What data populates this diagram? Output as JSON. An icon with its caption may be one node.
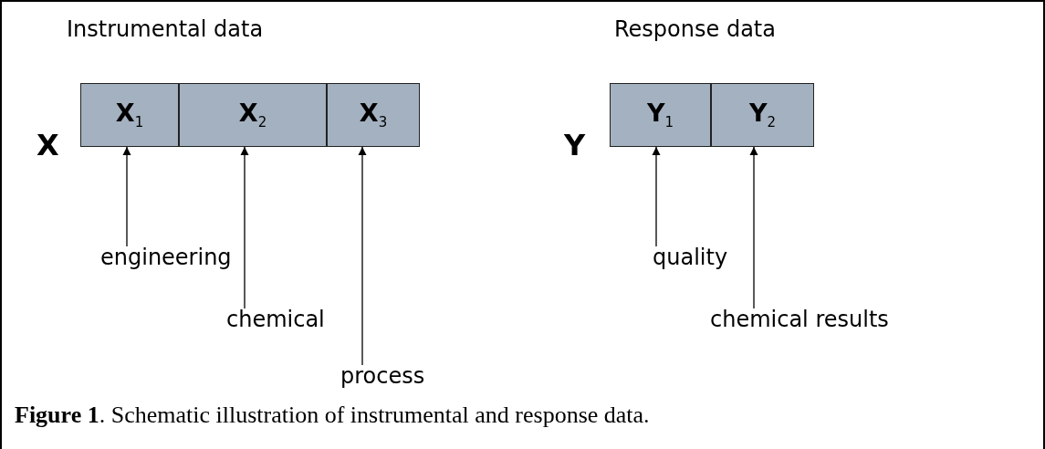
{
  "diagram": {
    "caption": "**Figure 1**. Schematic illustration of instrumental and response data.",
    "nodes": [
      {
        "text": [
          "X$_{1}$"
        ]
      },
      {
        "text": [
          "X$_{2}$"
        ]
      },
      {
        "text": [
          "X$_{3}$"
        ]
      },
      {
        "text": [
          "Y$_{1}$"
        ]
      },
      {
        "text": [
          "Y$_{2}$"
        ]
      },
      {
        "text": [
          "engineering"
        ]
      },
      {
        "text": [
          "chemical"
        ]
      },
      {
        "text": [
          "process"
        ]
      },
      {
        "text": [
          "quality"
        ]
      },
      {
        "text": [
          "chemical results"
        ]
      }
    ],
    "edges": [
      {
        "from": 5,
        "to": 0,
        "arrow": "to"
      },
      {
        "from": 6,
        "to": 1,
        "arrow": "to"
      },
      {
        "from": 7,
        "to": 2,
        "arrow": "to"
      },
      {
        "from": 8,
        "to": 3,
        "arrow": "to"
      },
      {
        "from": 9,
        "to": 4,
        "arrow": "to"
      }
    ],
    "labels": [
      "Instrumental data",
      "Response data",
      "X",
      "Y"
    ]
  }
}
